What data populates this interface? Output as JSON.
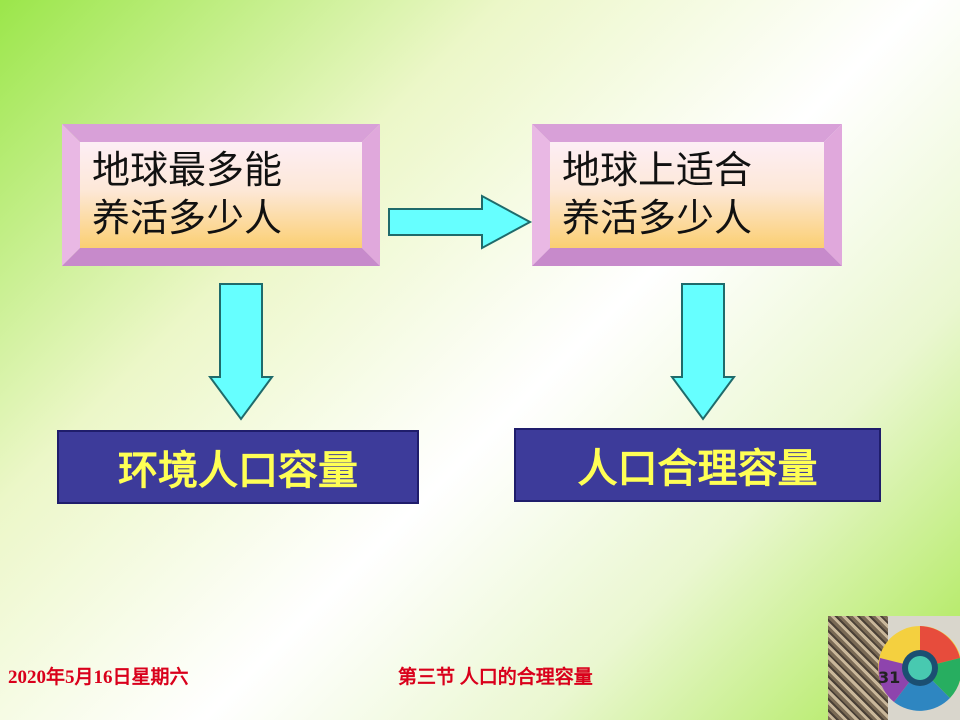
{
  "boxes": {
    "max_capacity": "地球最多能\n养活多少人",
    "suitable_capacity": "地球上适合\n养活多少人"
  },
  "results": {
    "environmental_capacity": "环境人口容量",
    "reasonable_capacity": "人口合理容量"
  },
  "footer": {
    "date": "2020年5月16日星期六",
    "section": "第三节 人口的合理容量",
    "page_number": "31"
  },
  "colors": {
    "arrow_fill": "#66ffff",
    "result_bg": "#3d3b9a",
    "result_text": "#ffff55",
    "footer_text": "#d9001b"
  }
}
